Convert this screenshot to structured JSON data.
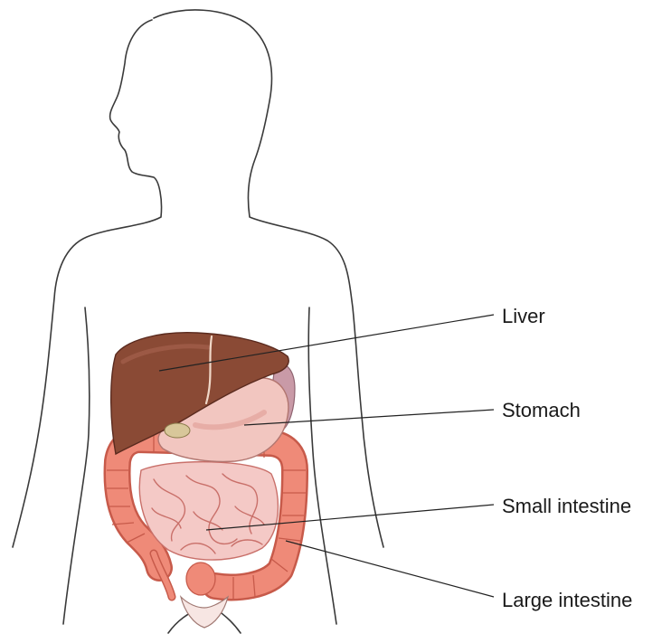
{
  "diagram": {
    "labels": {
      "liver": "Liver",
      "stomach": "Stomach",
      "small_intestine": "Small intestine",
      "large_intestine": "Large intestine"
    },
    "colors": {
      "outline": "#3a3a3a",
      "liver": "#8a4a35",
      "liver_dark": "#6b3526",
      "stomach": "#f2c6c0",
      "stomach_shade": "#e3a39b",
      "small_intestine": "#f4c9c6",
      "small_intestine_line": "#c9706a",
      "large_intestine": "#ef8a78",
      "large_intestine_line": "#c75a4a",
      "spleen": "#c99aa7",
      "leader_line": "#222222"
    }
  }
}
